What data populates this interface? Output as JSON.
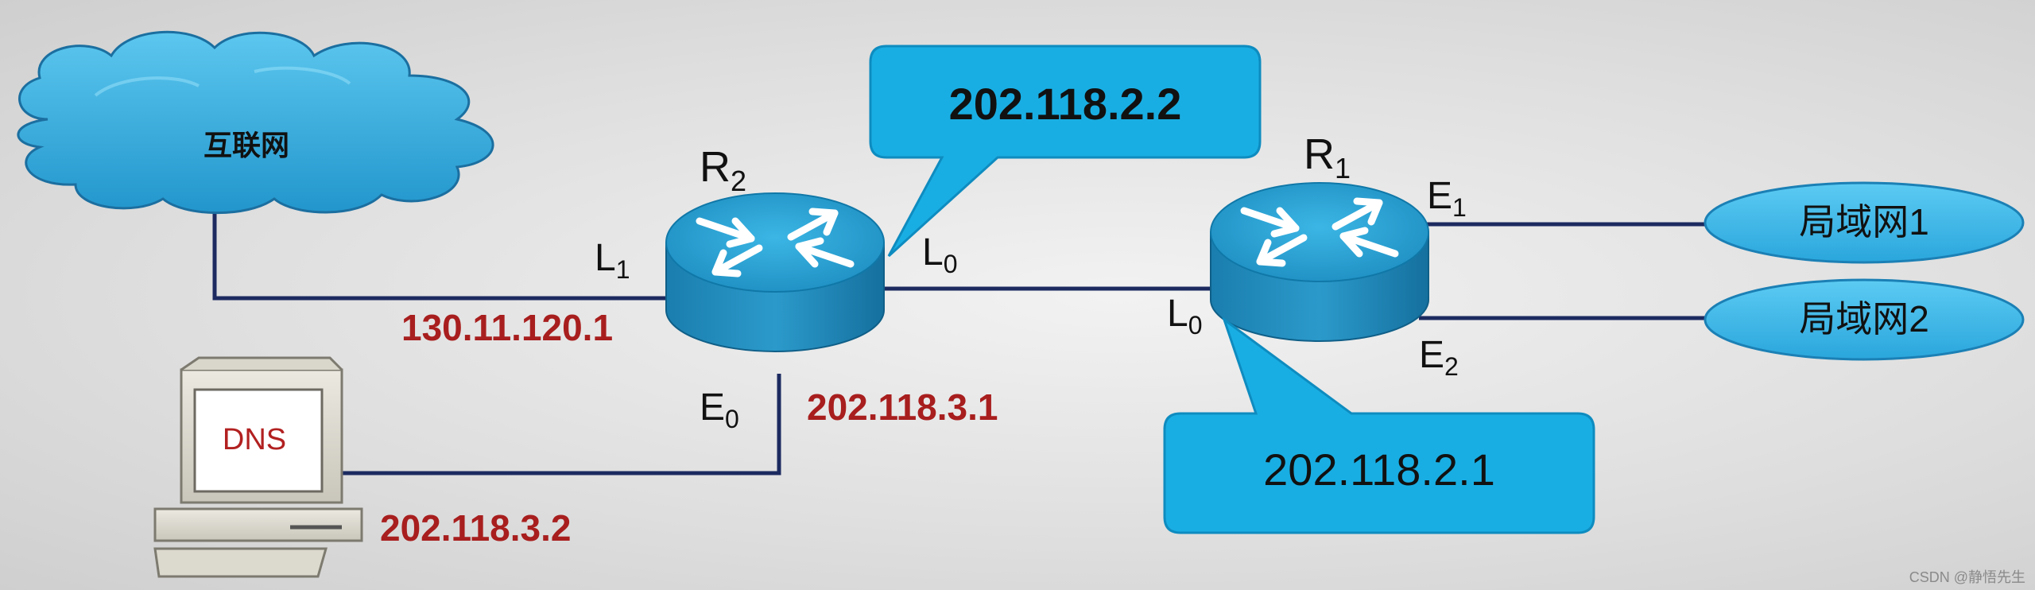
{
  "internet": {
    "label": "互联网"
  },
  "router_r2": {
    "name": "R",
    "sub": "2"
  },
  "router_r1": {
    "name": "R",
    "sub": "1"
  },
  "interfaces": {
    "r2_l1": {
      "name": "L",
      "sub": "1"
    },
    "r2_l0": {
      "name": "L",
      "sub": "0"
    },
    "r2_e0": {
      "name": "E",
      "sub": "0"
    },
    "r1_l0": {
      "name": "L",
      "sub": "0"
    },
    "r1_e1": {
      "name": "E",
      "sub": "1"
    },
    "r1_e2": {
      "name": "E",
      "sub": "2"
    }
  },
  "addresses": {
    "r2_l1": "130.11.120.1",
    "r2_e0": "202.118.3.1",
    "dns": "202.118.3.2"
  },
  "callouts": {
    "r2_l0": "202.118.2.2",
    "r1_l0": "202.118.2.1"
  },
  "lans": {
    "lan1": "局域网1",
    "lan2": "局域网2"
  },
  "dns_server": {
    "label": "DNS"
  },
  "watermark": "CSDN @静悟先生",
  "colors": {
    "router_top": "#2aa6d8",
    "router_side": "#1f87b8",
    "callout": "#19aee3",
    "address_red": "#a81e1e",
    "link_line": "#1c2a60"
  }
}
